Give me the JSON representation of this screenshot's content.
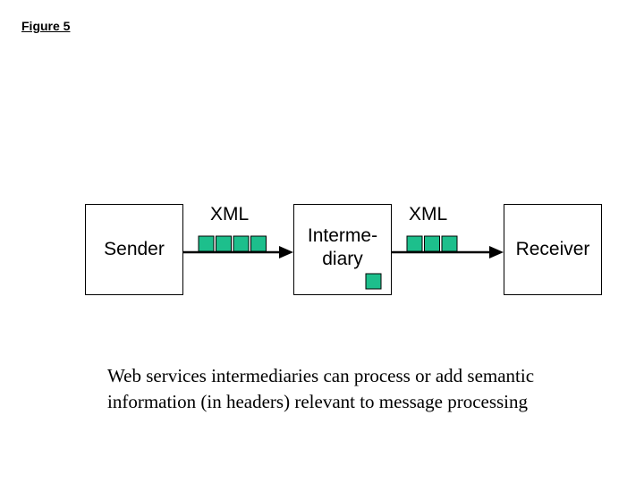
{
  "figure_label": "Figure 5",
  "nodes": {
    "sender": "Sender",
    "intermediary": "Interme-\ndiary",
    "receiver": "Receiver"
  },
  "edges": [
    {
      "label": "XML",
      "from": "sender",
      "to": "intermediary",
      "blocks": 4
    },
    {
      "label": "XML",
      "from": "intermediary",
      "to": "receiver",
      "blocks": 3
    }
  ],
  "block_color": "#1dbf8c",
  "caption": "Web services intermediaries can process or add semantic information (in headers) relevant to message processing"
}
